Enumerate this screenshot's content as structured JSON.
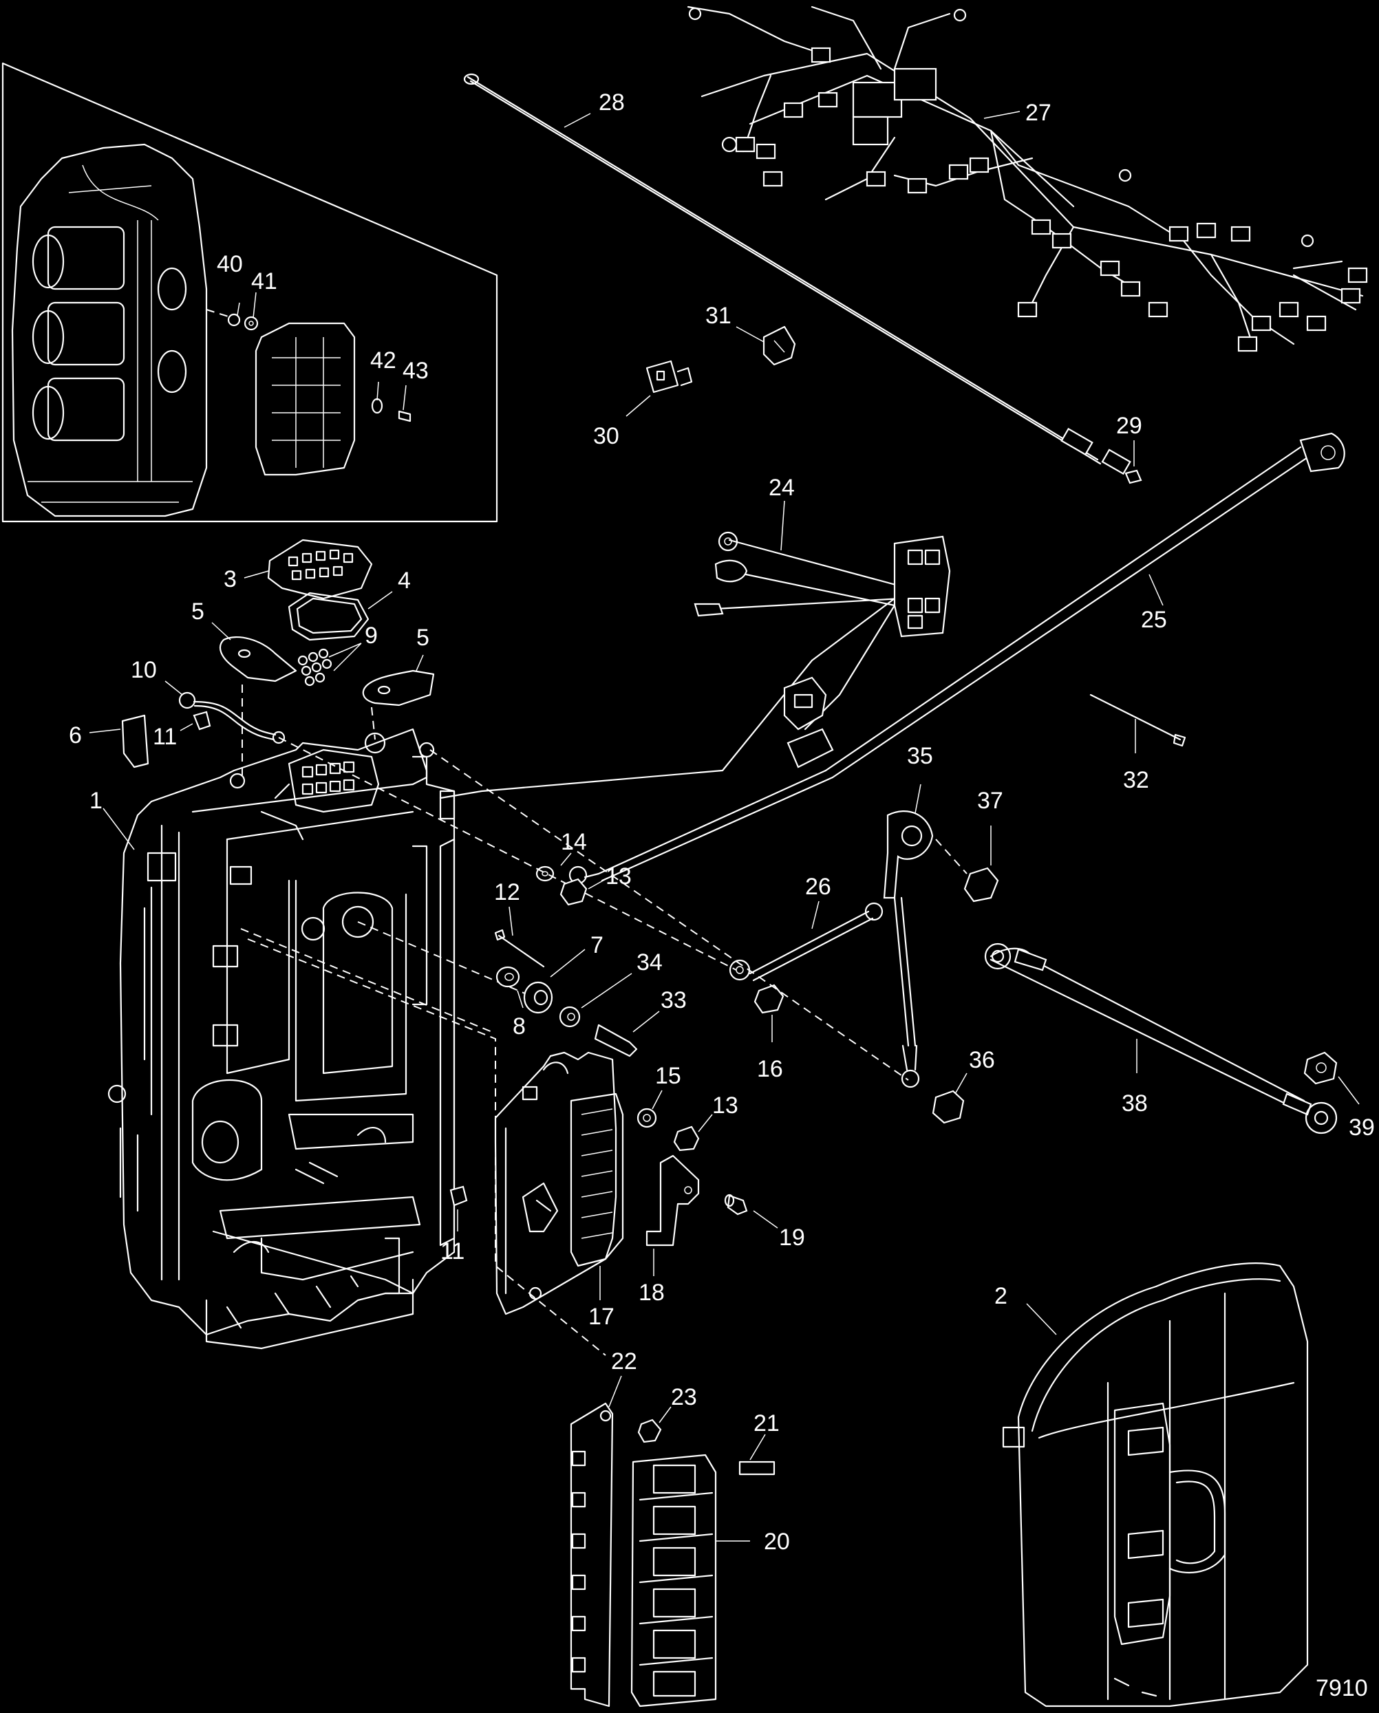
{
  "callouts": {
    "1": "1",
    "2": "2",
    "3": "3",
    "4": "4",
    "5a": "5",
    "5b": "5",
    "6": "6",
    "7": "7",
    "8": "8",
    "9": "9",
    "10": "10",
    "11a": "11",
    "11b": "11",
    "12": "12",
    "13a": "13",
    "13b": "13",
    "14": "14",
    "15": "15",
    "16": "16",
    "17": "17",
    "18": "18",
    "19": "19",
    "20": "20",
    "21": "21",
    "22": "22",
    "23": "23",
    "24": "24",
    "25": "25",
    "26": "26",
    "27": "27",
    "28": "28",
    "29": "29",
    "30": "30",
    "31": "31",
    "32": "32",
    "33": "33",
    "34": "34",
    "35": "35",
    "36": "36",
    "37": "37",
    "38": "38",
    "39": "39",
    "40": "40",
    "41": "41",
    "42": "42",
    "43": "43"
  },
  "figure_number": "7910"
}
